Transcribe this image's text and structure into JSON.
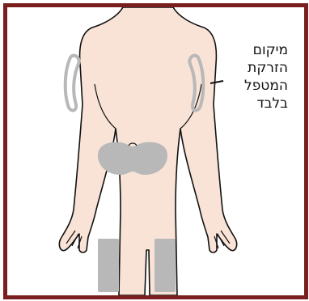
{
  "callout": {
    "lines": [
      "מיקום",
      "הזרקת",
      "המטפל",
      "בלבד"
    ]
  },
  "colors": {
    "frame": "#7a1f1f",
    "skin": "#f8e3d6",
    "outline": "#111111",
    "injection_site": "#b8b8b8"
  },
  "icons": {
    "body": "human-body-back-outline",
    "sites": [
      "upper-arm",
      "abdomen",
      "thighs"
    ]
  }
}
